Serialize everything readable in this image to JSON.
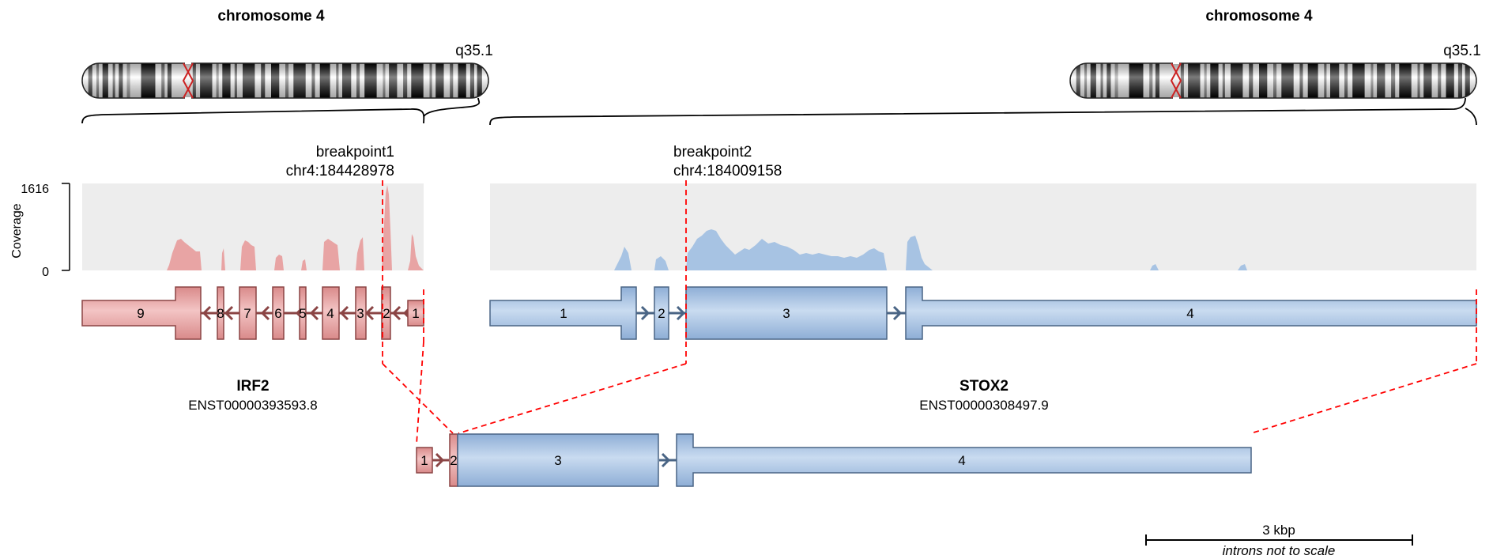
{
  "left_panel": {
    "chromosome_title": "chromosome 4",
    "band_label": "q35.1"
  },
  "right_panel": {
    "chromosome_title": "chromosome 4",
    "band_label": "q35.1"
  },
  "coverage": {
    "axis_title": "Coverage",
    "max_label": "1616",
    "min_label": "0"
  },
  "breakpoint1": {
    "name": "breakpoint1",
    "position": "chr4:184428978"
  },
  "breakpoint2": {
    "name": "breakpoint2",
    "position": "chr4:184009158"
  },
  "gene1": {
    "name": "IRF2",
    "transcript": "ENST00000393593.8",
    "fill_color": "#e8a4a4",
    "stroke_color": "#8b4545",
    "coverage_color": "#e8a4a4",
    "exon_labels": [
      "9",
      "8",
      "7",
      "6",
      "5",
      "4",
      "3",
      "2",
      "1"
    ]
  },
  "gene2": {
    "name": "STOX2",
    "transcript": "ENST00000308497.9",
    "fill_color": "#a7c3e3",
    "stroke_color": "#4a6585",
    "coverage_color": "#a7c3e3",
    "exon_labels": [
      "1",
      "2",
      "3",
      "4"
    ]
  },
  "fusion": {
    "exon_labels": [
      "1",
      "2",
      "3",
      "4"
    ]
  },
  "breakpoint_color": "#ff0000",
  "scale_bar": {
    "label": "3 kbp",
    "note": "introns not to scale"
  }
}
